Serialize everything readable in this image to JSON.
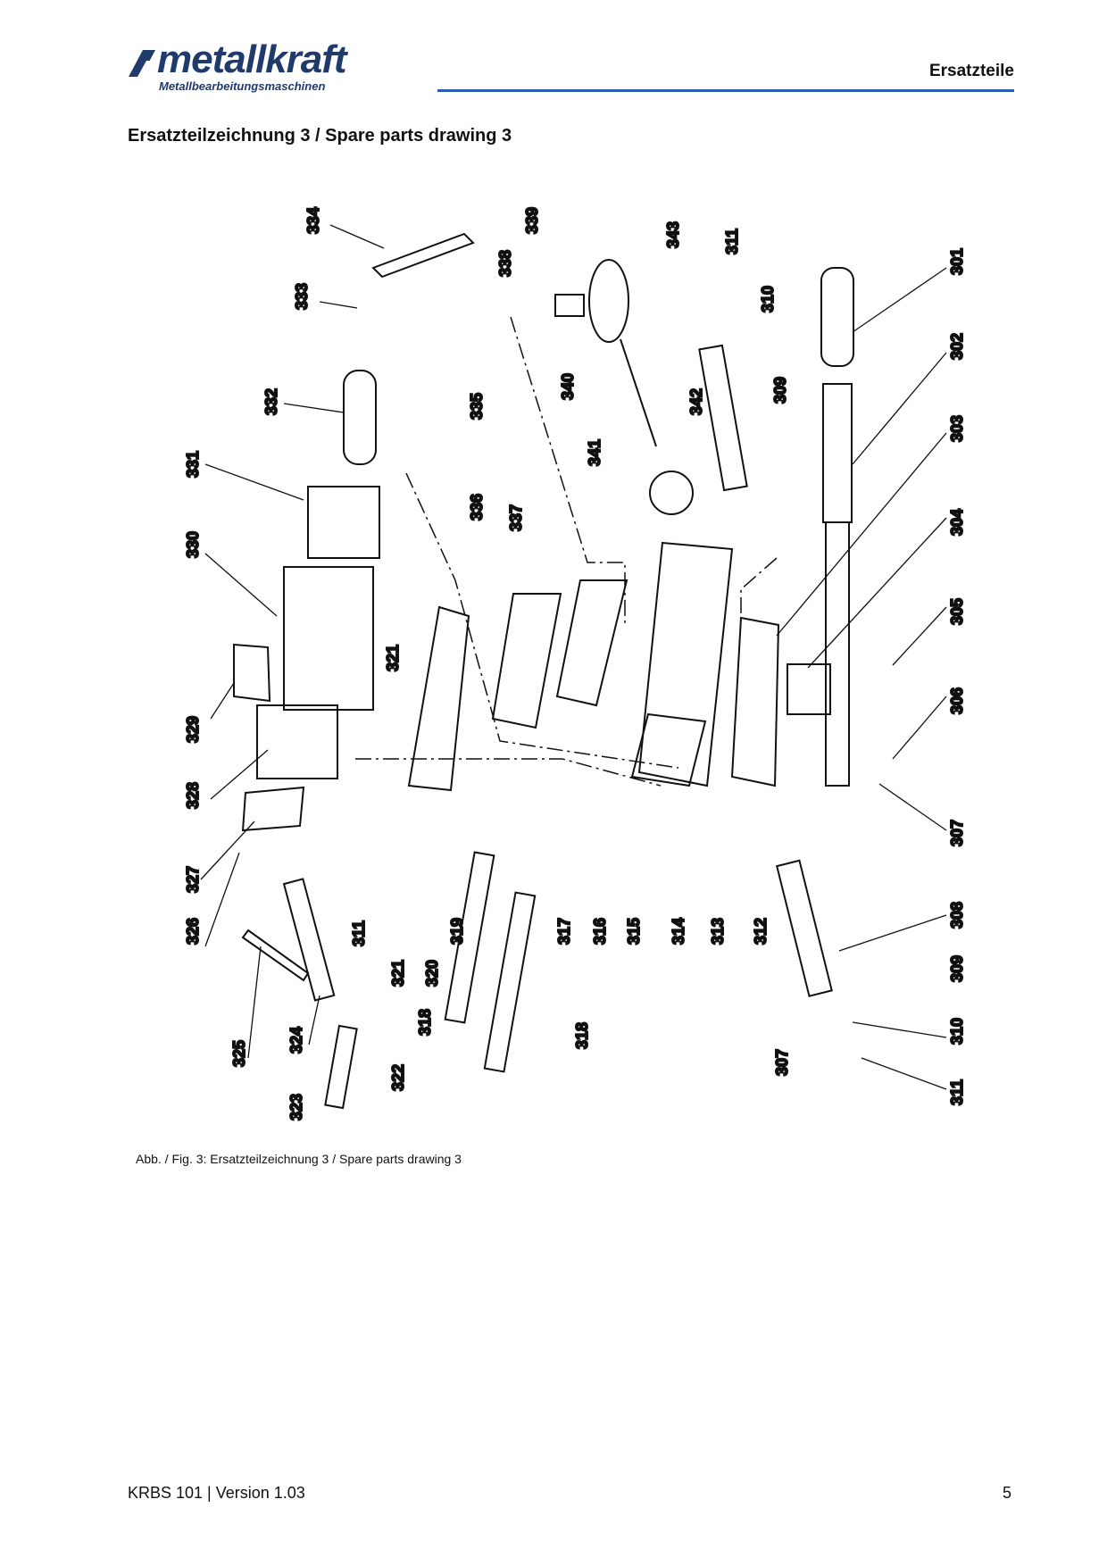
{
  "header": {
    "logo_name": "metallkraft",
    "logo_tagline": "Metallbearbeitungsmaschinen",
    "section": "Ersatzteile"
  },
  "title": "Ersatzteilzeichnung 3 / Spare parts drawing 3",
  "drawing": {
    "part_labels": [
      "334",
      "333",
      "332",
      "331",
      "330",
      "329",
      "328",
      "327",
      "326",
      "325",
      "324",
      "323",
      "322",
      "311",
      "321",
      "320",
      "319",
      "318",
      "318",
      "317",
      "316",
      "315",
      "314",
      "313",
      "312",
      "321",
      "335",
      "336",
      "337",
      "338",
      "339",
      "343",
      "340",
      "342",
      "341",
      "311",
      "310",
      "309",
      "301",
      "302",
      "303",
      "304",
      "305",
      "306",
      "307",
      "308",
      "309",
      "310",
      "311",
      "307"
    ]
  },
  "caption": "Abb. / Fig. 3: Ersatzteilzeichnung 3 / Spare parts drawing 3",
  "footer": {
    "doc": "KRBS 101 | Version 1.03",
    "page": "5"
  },
  "colors": {
    "rule": "#2a5db0",
    "logo": "#1f3a6b"
  }
}
